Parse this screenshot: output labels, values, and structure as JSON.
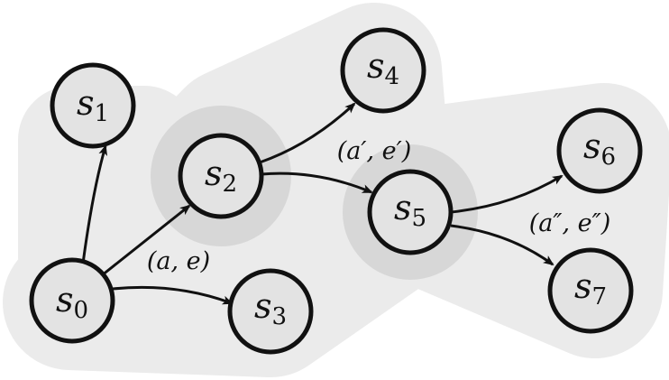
{
  "diagram": {
    "colors": {
      "halo": "#ebebeb",
      "inner_halo": "#d7d7d7",
      "node_fill": "#e3e3e3",
      "stroke": "#111111"
    },
    "nodes": [
      {
        "id": "s0",
        "base": "s",
        "sub": "0"
      },
      {
        "id": "s1",
        "base": "s",
        "sub": "1"
      },
      {
        "id": "s2",
        "base": "s",
        "sub": "2"
      },
      {
        "id": "s3",
        "base": "s",
        "sub": "3"
      },
      {
        "id": "s4",
        "base": "s",
        "sub": "4"
      },
      {
        "id": "s5",
        "base": "s",
        "sub": "5"
      },
      {
        "id": "s6",
        "base": "s",
        "sub": "6"
      },
      {
        "id": "s7",
        "base": "s",
        "sub": "7"
      }
    ],
    "edges": [
      {
        "from": "s0",
        "to": "s1"
      },
      {
        "from": "s0",
        "to": "s2"
      },
      {
        "from": "s0",
        "to": "s3"
      },
      {
        "from": "s2",
        "to": "s4"
      },
      {
        "from": "s2",
        "to": "s5"
      },
      {
        "from": "s5",
        "to": "s6"
      },
      {
        "from": "s5",
        "to": "s7"
      }
    ],
    "edge_labels": [
      "(a, e)",
      "(a′, e′)",
      "(a″, e″)"
    ]
  }
}
